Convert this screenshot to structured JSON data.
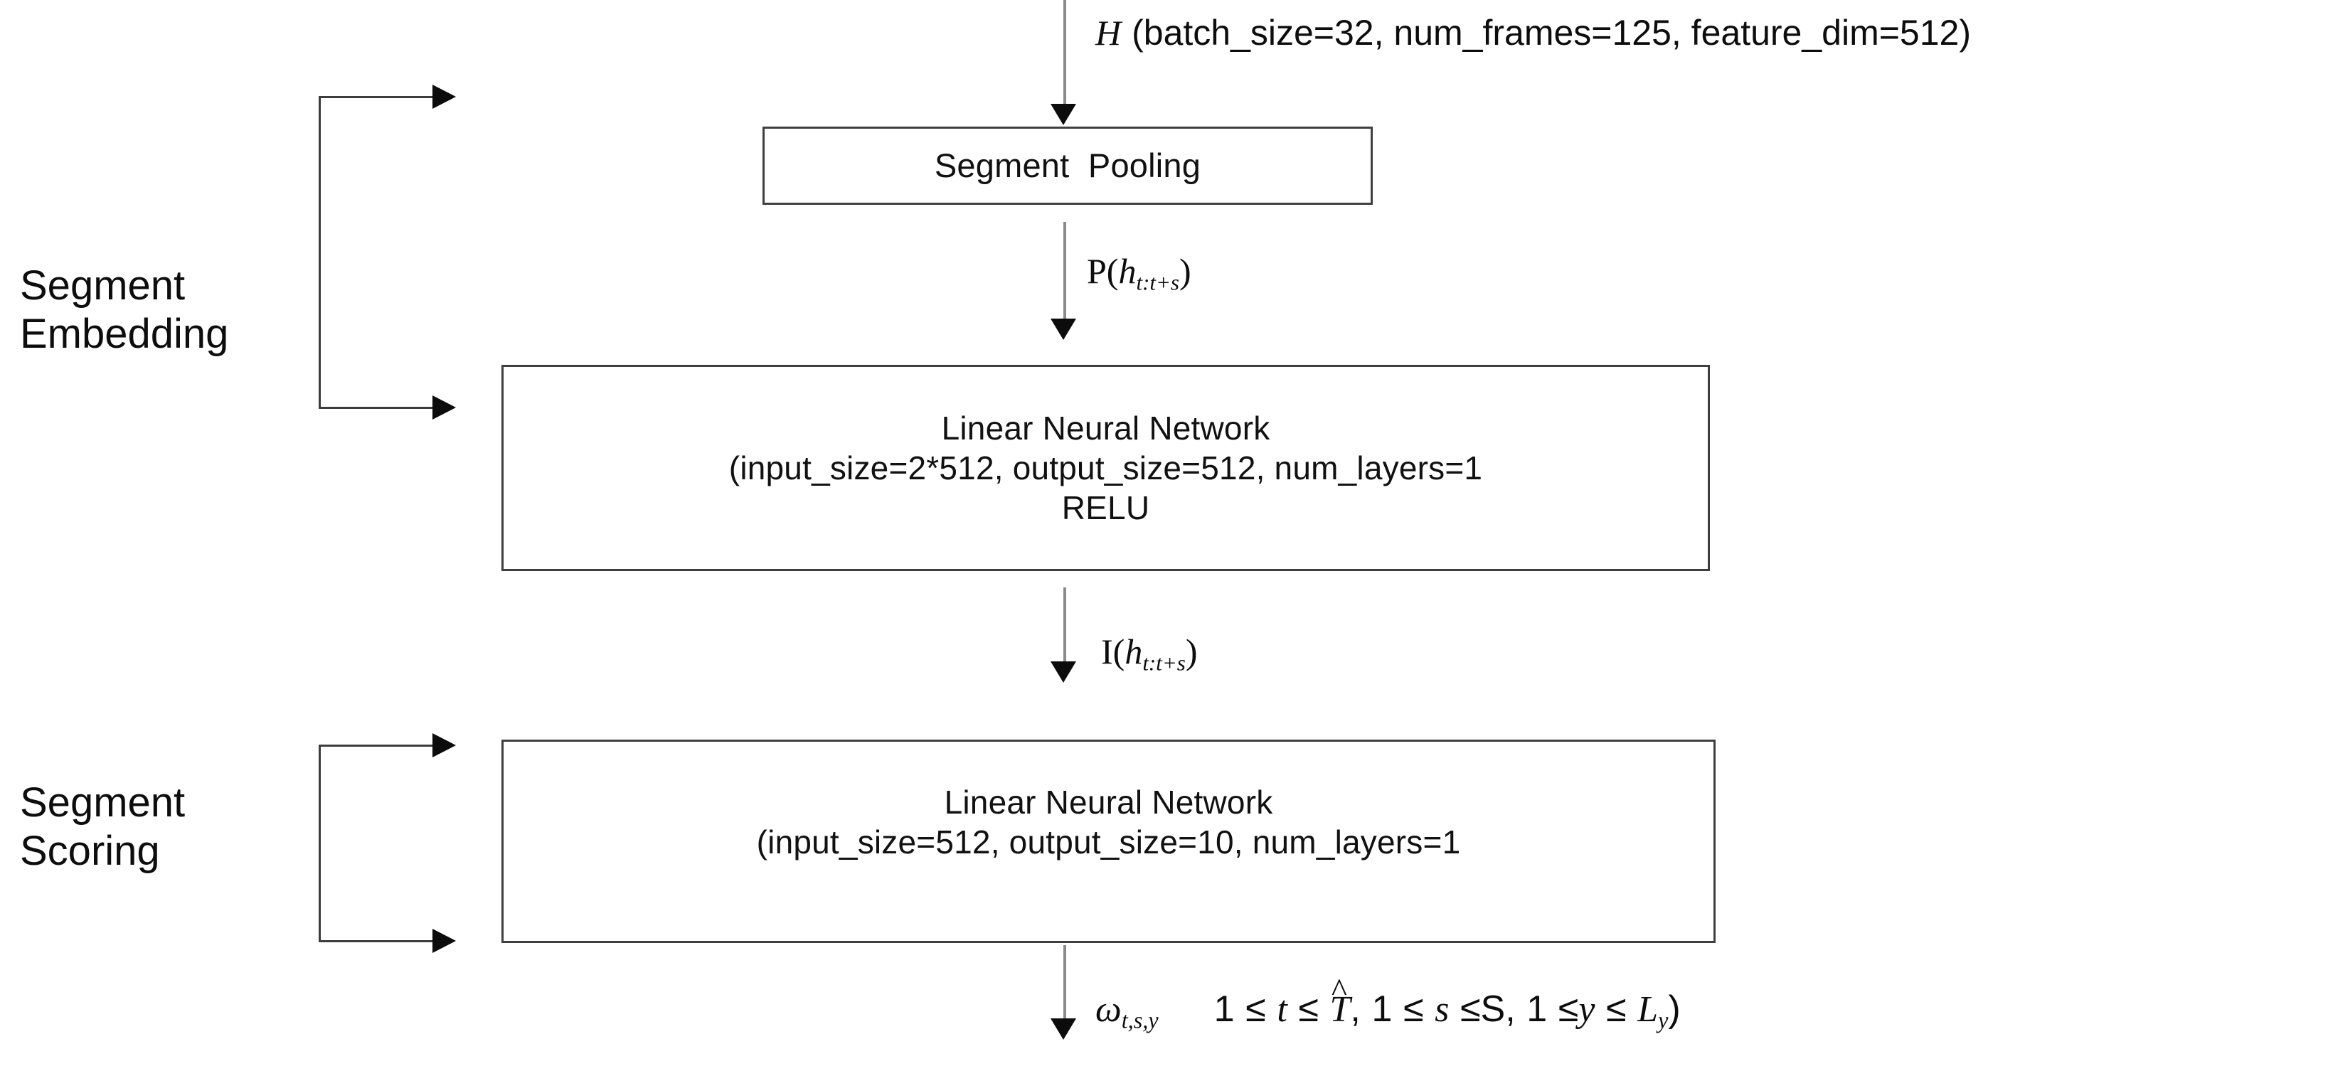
{
  "diagram": {
    "title_text_top": "H (batch_size=32, num_frames=125, feature_dim=512)",
    "top_input": {
      "symbol": "H",
      "params": "(batch_size=32, num_frames=125, feature_dim=512)"
    },
    "groups": [
      {
        "id": "segment-embedding",
        "label_line1": "Segment",
        "label_line2": "Embedding"
      },
      {
        "id": "segment-scoring",
        "label_line1": "Segment",
        "label_line2": "Scoring"
      }
    ],
    "boxes": [
      {
        "id": "segment-pooling",
        "lines": [
          "Segment  Pooling"
        ]
      },
      {
        "id": "linear-neural-network-embedding",
        "lines": [
          "Linear Neural Network",
          "(input_size=2*512, output_size=512, num_layers=1",
          "RELU"
        ]
      },
      {
        "id": "linear-neural-network-scoring",
        "lines": [
          "Linear Neural Network",
          "(input_size=512, output_size=10, num_layers=1"
        ]
      }
    ],
    "edge_labels": {
      "pooling_output_prefix": "P(",
      "pooling_output_var": "h",
      "pooling_output_sub": "t:t+s",
      "pooling_output_suffix": ")",
      "embedding_output_prefix": "I(",
      "embedding_output_var": "h",
      "embedding_output_sub": "t:t+s",
      "embedding_output_suffix": ")"
    },
    "output": {
      "omega_symbol": "ω",
      "omega_sub": "t,s,y",
      "range_t": "1 ≤ t ≤ T̂,",
      "range_t_one": "1",
      "range_t_le1": "≤",
      "range_t_var": "t",
      "range_t_le2": "≤",
      "range_t_bound": "T",
      "range_t_comma": ",",
      "range_s_one": "1",
      "range_s_le1": "≤",
      "range_s_var": "s",
      "range_s_le2": "≤",
      "range_s_bound": "S",
      "range_s_comma": ",",
      "range_y_one": "1",
      "range_y_le1": "≤",
      "range_y_var": "y",
      "range_y_le2": "≤",
      "range_y_bound": "L",
      "range_y_bound_sub": "y",
      "range_y_close": ")"
    },
    "colors": {
      "box_border": "#3f3f3f",
      "connector": "#8a8a8a",
      "arrowhead": "#0c0c0c",
      "text": "#0d0d0d",
      "background": "#ffffff"
    }
  }
}
